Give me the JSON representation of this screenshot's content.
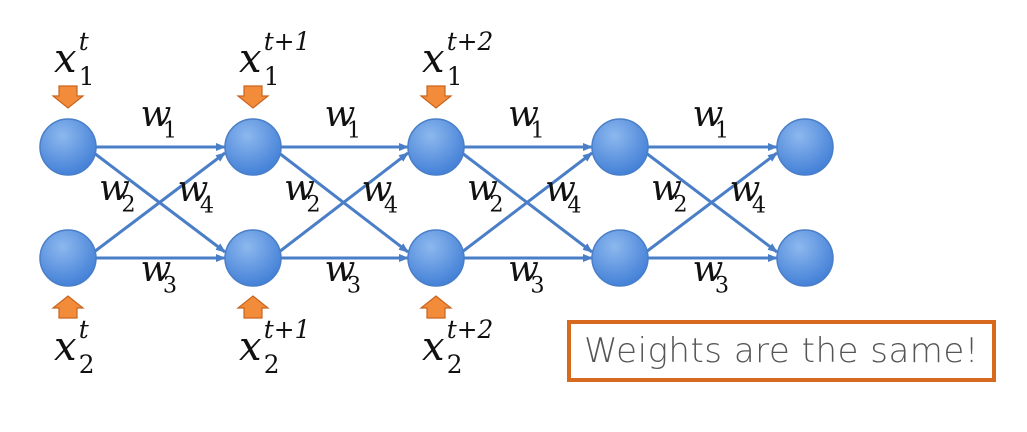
{
  "note": "Weights are the same!",
  "colors": {
    "node_fill_light": "#8db8ee",
    "node_fill_dark": "#3f7dd6",
    "node_stroke": "#4a7fc8",
    "edge": "#4a7fc8",
    "input_arrow": "#f28c3a",
    "input_arrow_stroke": "#c9641f",
    "note_border": "#d86a1f",
    "note_text": "#555555"
  },
  "edge_labels": {
    "top": {
      "base": "w",
      "sub": "1"
    },
    "cross_down": {
      "base": "w",
      "sub": "2"
    },
    "bottom": {
      "base": "w",
      "sub": "3"
    },
    "cross_up": {
      "base": "w",
      "sub": "4"
    }
  },
  "inputs_top": [
    {
      "base": "x",
      "sub": "1",
      "sup": "t"
    },
    {
      "base": "x",
      "sub": "1",
      "sup": "t+1"
    },
    {
      "base": "x",
      "sub": "1",
      "sup": "t+2"
    }
  ],
  "inputs_bottom": [
    {
      "base": "x",
      "sub": "2",
      "sup": "t"
    },
    {
      "base": "x",
      "sub": "2",
      "sup": "t+1"
    },
    {
      "base": "x",
      "sub": "2",
      "sup": "t+2"
    }
  ],
  "time_steps": 5,
  "arrow_icon": "orange-arrow-icon"
}
